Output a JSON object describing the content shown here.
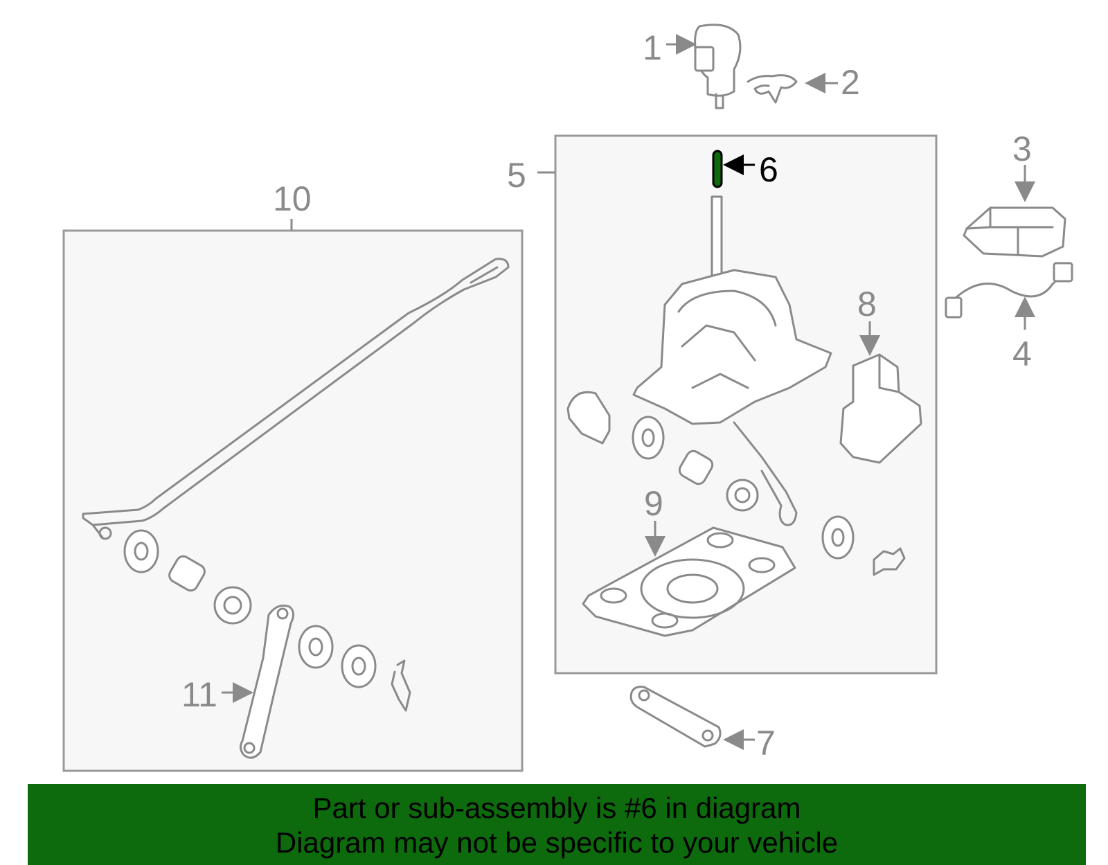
{
  "callouts": {
    "c1": "1",
    "c2": "2",
    "c3": "3",
    "c4": "4",
    "c5": "5",
    "c6": "6",
    "c7": "7",
    "c8": "8",
    "c9": "9",
    "c10": "10",
    "c11": "11"
  },
  "highlight": {
    "part": "6",
    "color": "#0d6a0d"
  },
  "banner": {
    "line1": "Part or sub-assembly is #6 in diagram",
    "line2": "Diagram may not be specific to your vehicle",
    "background": "#0d6a0d"
  }
}
